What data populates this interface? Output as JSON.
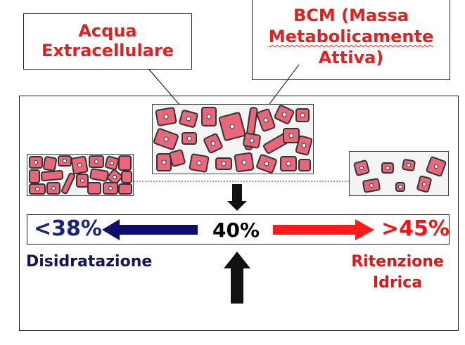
{
  "labels": {
    "acqua_line1": "Acqua",
    "acqua_line2": "Extracellulare",
    "bcm_line1": "BCM (Massa",
    "bcm_line2": "Metabolicamente",
    "bcm_line3": "Attiva)"
  },
  "scale": {
    "left_value": "<38%",
    "center_value": "40%",
    "right_value": ">45%"
  },
  "conditions": {
    "left": "Disidratazione",
    "right_line1": "Ritenzione",
    "right_line2": "Idrica"
  },
  "colors": {
    "label_red": "#e32020",
    "left_arrow": "#0d0d6b",
    "right_arrow": "#ff1a1a",
    "left_text": "#14145c",
    "cell_fill": "#e8677a"
  }
}
